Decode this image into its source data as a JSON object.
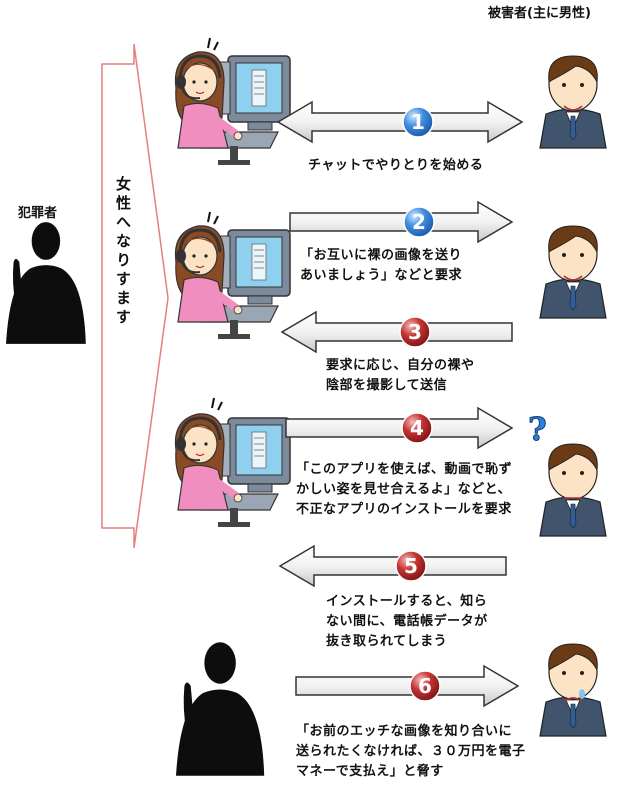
{
  "labels": {
    "victim": "被害者(主に男性)",
    "criminal": "犯罪者",
    "impersonate": "女性へなりすます"
  },
  "steps": [
    {
      "number": "1",
      "direction": "both",
      "color": "#2f7fd6",
      "lines": [
        "チャットでやりとりを始める"
      ]
    },
    {
      "number": "2",
      "direction": "right",
      "color": "#2f7fd6",
      "lines": [
        "「お互いに裸の画像を送り",
        "あいましょう」などと要求"
      ]
    },
    {
      "number": "3",
      "direction": "left",
      "color": "#b51f24",
      "lines": [
        "要求に応じ、自分の裸や",
        "陰部を撮影して送信"
      ]
    },
    {
      "number": "4",
      "direction": "right",
      "color": "#b51f24",
      "lines": [
        "「このアプリを使えば、動画で恥ず",
        "かしい姿を見せ合えるよ」などと、",
        "不正なアプリのインストールを要求"
      ]
    },
    {
      "number": "5",
      "direction": "left",
      "color": "#b51f24",
      "lines": [
        "インストールすると、知ら",
        "ない間に、電話帳データが",
        "抜き取られてしまう"
      ]
    },
    {
      "number": "6",
      "direction": "right",
      "color": "#b51f24",
      "lines": [
        "「お前のエッチな画像を知り合いに",
        "送られたくなければ、３０万円を電子",
        "マネーで支払え」と脅す"
      ]
    }
  ]
}
